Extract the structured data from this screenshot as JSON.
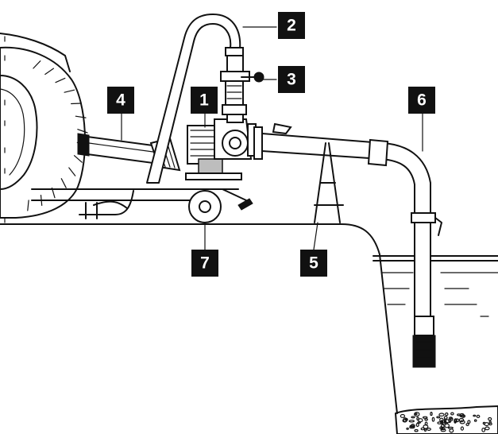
{
  "colors": {
    "background": "#ffffff",
    "ink": "#111111",
    "callout_fill": "#111111",
    "callout_text": "#ffffff",
    "shade": "#bdbdbd"
  },
  "callouts": [
    {
      "id": "callout-1",
      "label": "1"
    },
    {
      "id": "callout-2",
      "label": "2"
    },
    {
      "id": "callout-3",
      "label": "3"
    },
    {
      "id": "callout-4",
      "label": "4"
    },
    {
      "id": "callout-5",
      "label": "5"
    },
    {
      "id": "callout-6",
      "label": "6"
    },
    {
      "id": "callout-7",
      "label": "7"
    }
  ]
}
